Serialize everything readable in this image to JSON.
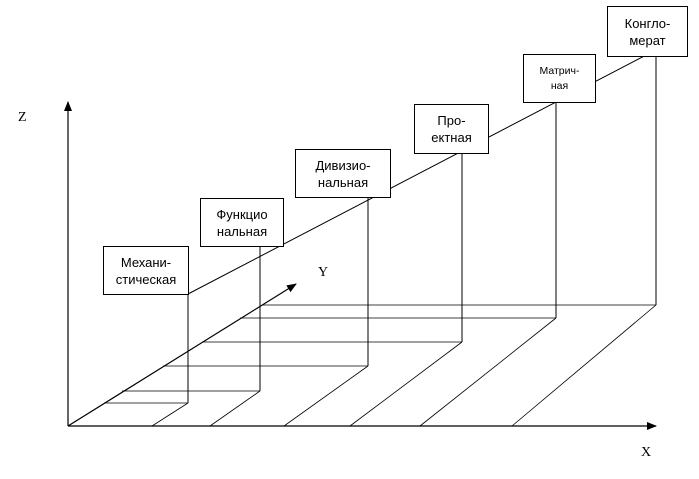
{
  "axes": {
    "x_label": "X",
    "y_label": "Y",
    "z_label": "Z"
  },
  "structures": [
    {
      "id": "mechanistic",
      "line1": "Механи-",
      "line2": "стическая"
    },
    {
      "id": "functional",
      "line1": "Функцио",
      "line2": "нальная"
    },
    {
      "id": "divisional",
      "line1": "Дивизио-",
      "line2": "нальная"
    },
    {
      "id": "project",
      "line1": "Про-",
      "line2": "ектная"
    },
    {
      "id": "matrix",
      "line1": "Матрич-",
      "line2": "ная"
    },
    {
      "id": "conglomerate",
      "line1": "Конгло-",
      "line2": "мерат"
    }
  ]
}
